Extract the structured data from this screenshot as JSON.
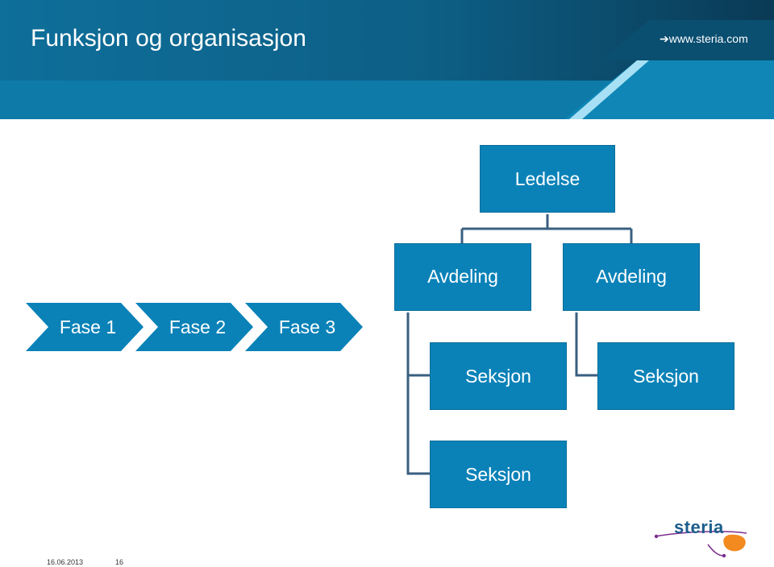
{
  "header": {
    "title": "Funksjon og organisasjon",
    "url": "www.steria.com"
  },
  "org": {
    "top": "Ledelse",
    "departments": [
      "Avdeling",
      "Avdeling"
    ],
    "sections": [
      "Seksjon",
      "Seksjon",
      "Seksjon"
    ]
  },
  "phases": [
    "Fase 1",
    "Fase 2",
    "Fase 3"
  ],
  "footer": {
    "date": "16.06.2013",
    "page": "16"
  },
  "logo": {
    "text": "steria"
  },
  "colors": {
    "header_dark": "#0d4f6e",
    "header_mid": "#0d7aa8",
    "box": "#0a82b8",
    "accent_light": "#a7e0f4",
    "logo_orange": "#f28a1f",
    "logo_purple": "#7b2d8e"
  }
}
